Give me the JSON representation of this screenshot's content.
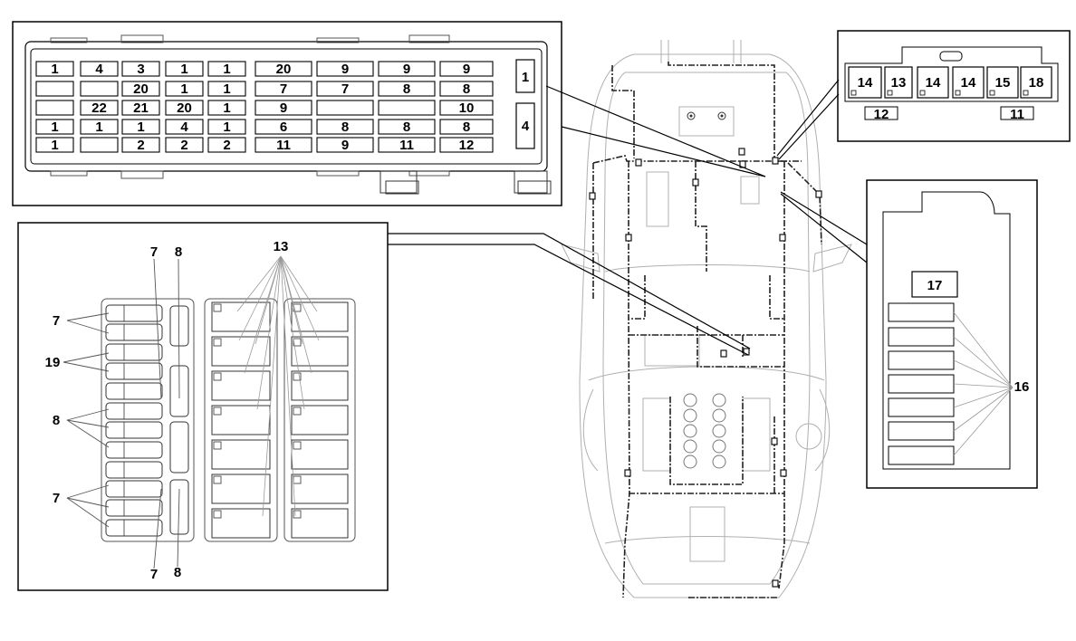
{
  "fuse_grid": [
    [
      "1",
      "4",
      "3",
      "1",
      "1",
      "20",
      "9",
      "9",
      "9"
    ],
    [
      "",
      "",
      "20",
      "1",
      "1",
      "7",
      "7",
      "8",
      "8"
    ],
    [
      "",
      "22",
      "21",
      "20",
      "1",
      "9",
      "",
      "",
      "10"
    ],
    [
      "1",
      "1",
      "1",
      "4",
      "1",
      "6",
      "8",
      "8",
      "8"
    ],
    [
      "1",
      "",
      "2",
      "2",
      "2",
      "11",
      "9",
      "11",
      "12"
    ]
  ],
  "side_relays": [
    "1",
    "4"
  ],
  "top_right_relays": [
    "14",
    "13",
    "14",
    "14",
    "15",
    "18"
  ],
  "top_right_sublabels": [
    "12",
    "11"
  ],
  "right_panel": {
    "big_relay": "17",
    "fuse_group_label": "16"
  },
  "bottom_left": {
    "label_13": "13",
    "label_7": "7",
    "label_8": "8",
    "label_19": "19"
  },
  "colors": {
    "line": "#000000",
    "light_line": "#9a9a9a",
    "background": "#ffffff"
  }
}
